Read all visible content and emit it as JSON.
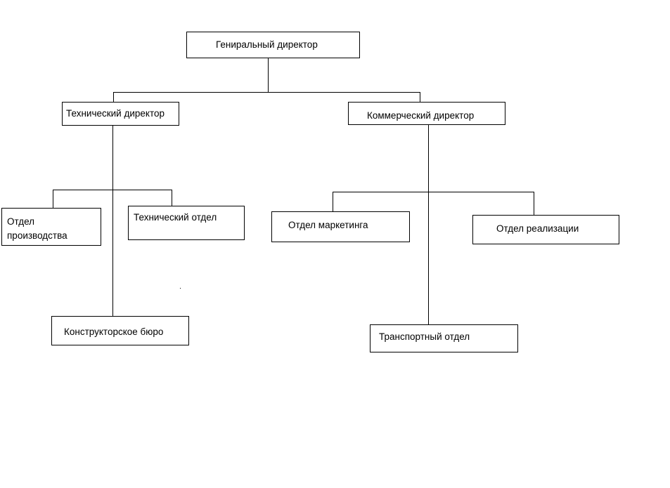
{
  "chart_data": {
    "type": "org-chart",
    "nodes": [
      {
        "id": "gen",
        "label": "Гениральный директор"
      },
      {
        "id": "tech_dir",
        "label": "Технический директор",
        "parent": "gen"
      },
      {
        "id": "comm_dir",
        "label": "Коммерческий директор",
        "parent": "gen"
      },
      {
        "id": "prod",
        "label": "Отдел производства",
        "parent": "tech_dir"
      },
      {
        "id": "tech_dept",
        "label": "Технический отдел",
        "parent": "tech_dir"
      },
      {
        "id": "design",
        "label": "Конструкторское бюро",
        "parent": "tech_dir"
      },
      {
        "id": "marketing",
        "label": "Отдел маркетинга",
        "parent": "comm_dir"
      },
      {
        "id": "sales",
        "label": "Отдел реализации",
        "parent": "comm_dir"
      },
      {
        "id": "transport",
        "label": "Транспортный отдел",
        "parent": "comm_dir"
      }
    ]
  },
  "labels": {
    "general_director": "Гениральный директор",
    "technical_director": "Технический директор",
    "commercial_director": "Коммерческий директор",
    "production_dept_line1": "Отдел",
    "production_dept_line2": "производства",
    "technical_dept": "Технический отдел",
    "design_bureau": "Конструкторское бюро",
    "marketing_dept": "Отдел маркетинга",
    "sales_dept": "Отдел реализации",
    "transport_dept": "Транспортный отдел"
  }
}
